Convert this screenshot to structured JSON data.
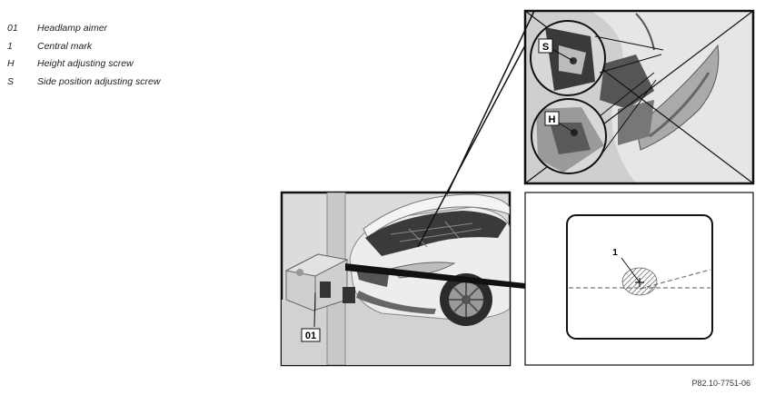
{
  "legend": [
    {
      "key": "01",
      "text": "Headlamp aimer"
    },
    {
      "key": "1",
      "text": "Central mark"
    },
    {
      "key": "H",
      "text": "Height adjusting screw"
    },
    {
      "key": "S",
      "text": "Side position adjusting screw"
    }
  ],
  "callouts": {
    "aimer": "01",
    "central_mark": "1",
    "height_screw": "H",
    "side_screw": "S"
  },
  "reference_code": "P82.10-7751-06",
  "colors": {
    "photo_bg": "#dcdcdc",
    "frame": "#111111",
    "car_body": "#eeeeee",
    "engine_dark": "#3a3a3a",
    "hatch": "#444444"
  }
}
